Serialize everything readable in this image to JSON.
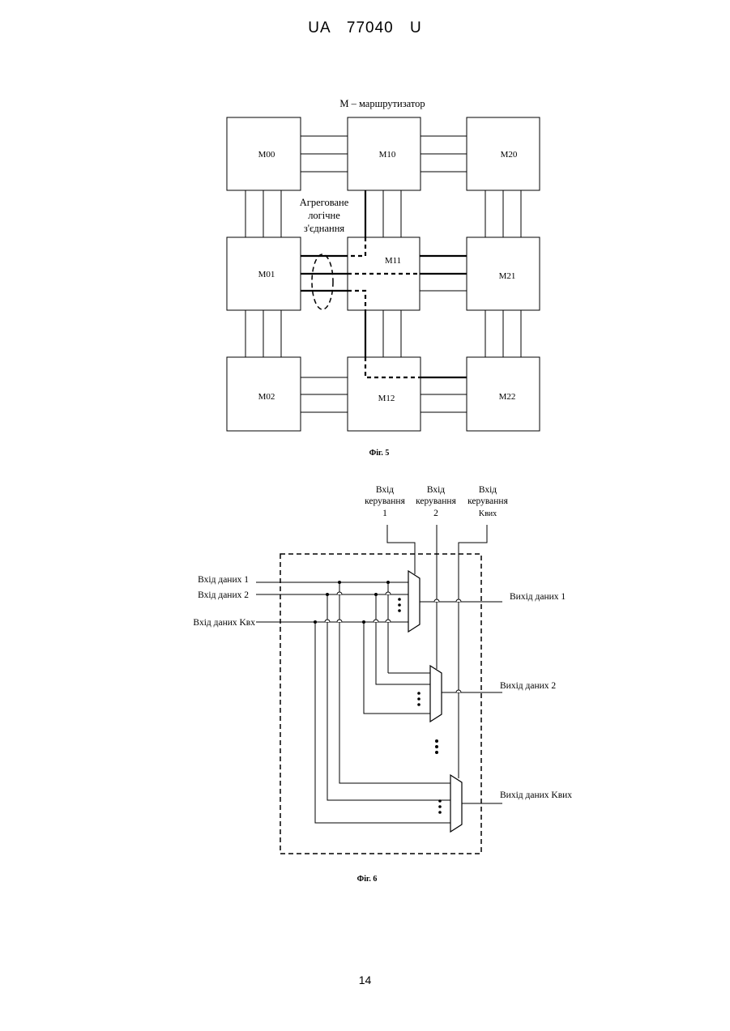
{
  "header": {
    "doc_number": "UA  77040  U"
  },
  "page_number": "14",
  "figure5": {
    "caption": "Фіг. 5",
    "top_label": "М – маршрутизатор",
    "aggregated_label": [
      "Агреговане",
      "логічне",
      "з'єднання"
    ],
    "routers": [
      "M00",
      "M10",
      "M20",
      "M01",
      "M11",
      "M21",
      "M02",
      "M12",
      "M22"
    ]
  },
  "figure6": {
    "caption": "Фіг. 6",
    "control_inputs": [
      {
        "line1": "Вхід",
        "line2": "керування",
        "line3": "1"
      },
      {
        "line1": "Вхід",
        "line2": "керування",
        "line3": "2"
      },
      {
        "line1": "Вхід",
        "line2": "керування",
        "line3": "Kвих"
      }
    ],
    "data_inputs": [
      "Вхід даних 1",
      "Вхід даних 2",
      "Вхід даних Kвх"
    ],
    "data_outputs": [
      "Вихід даних 1",
      "Вихід даних 2",
      "Вихід даних Kвих"
    ]
  },
  "colors": {
    "line": "#000000",
    "background": "#ffffff"
  }
}
